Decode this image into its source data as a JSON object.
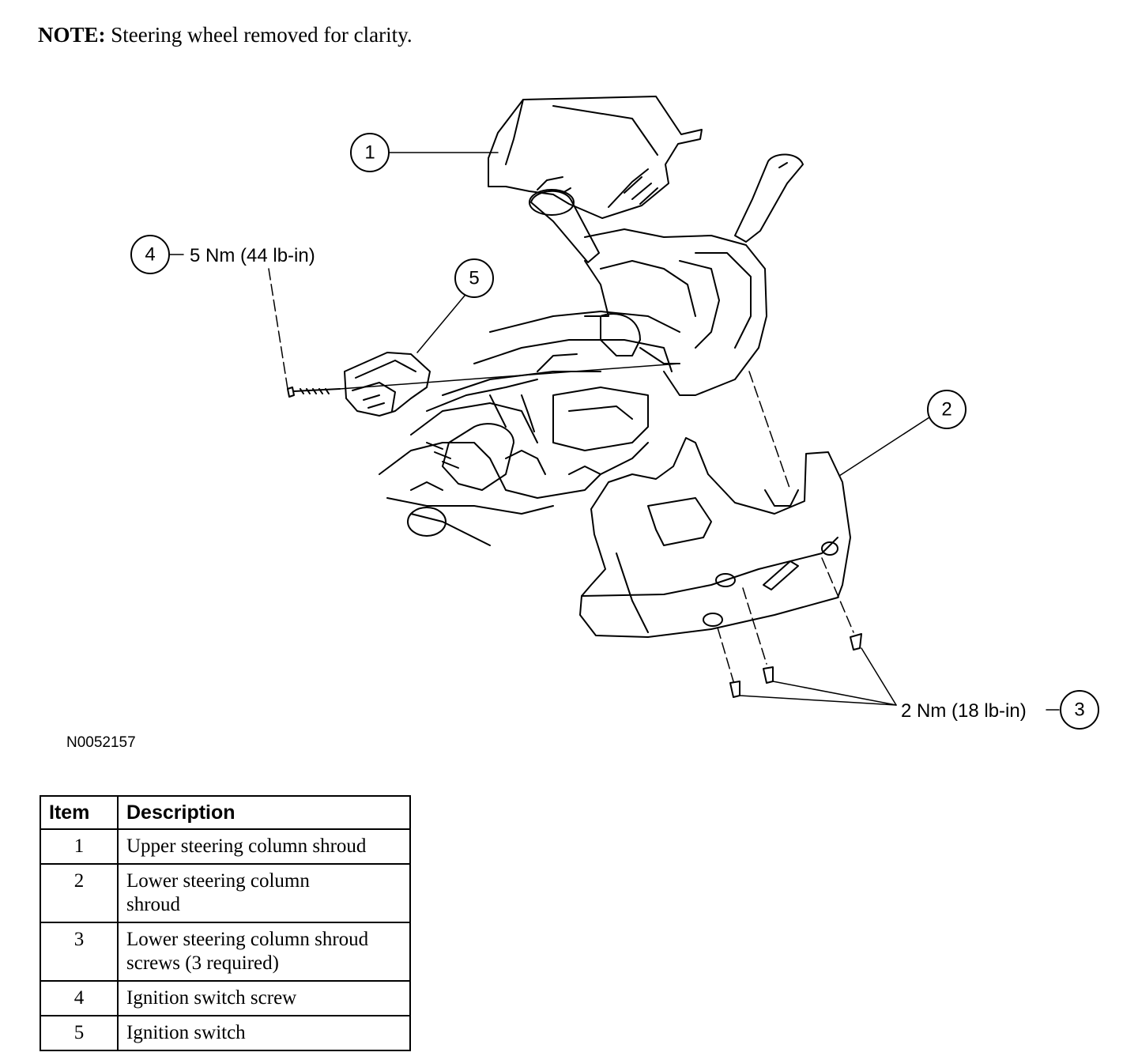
{
  "note": {
    "label": "NOTE:",
    "text": "Steering wheel removed for clarity."
  },
  "callouts": [
    {
      "number": "1",
      "spec": ""
    },
    {
      "number": "2",
      "spec": ""
    },
    {
      "number": "3",
      "spec": "2 Nm (18 lb-in)"
    },
    {
      "number": "4",
      "spec": "5 Nm (44 lb-in)"
    },
    {
      "number": "5",
      "spec": ""
    }
  ],
  "figure_id": "N0052157",
  "legend": {
    "headers": {
      "item": "Item",
      "description": "Description"
    },
    "rows": [
      {
        "item": "1",
        "description": "Upper steering column shroud"
      },
      {
        "item": "2",
        "description": "Lower steering column shroud"
      },
      {
        "item": "3",
        "description": "Lower steering column shroud screws (3 required)"
      },
      {
        "item": "4",
        "description": "Ignition switch screw"
      },
      {
        "item": "5",
        "description": "Ignition switch"
      }
    ]
  }
}
